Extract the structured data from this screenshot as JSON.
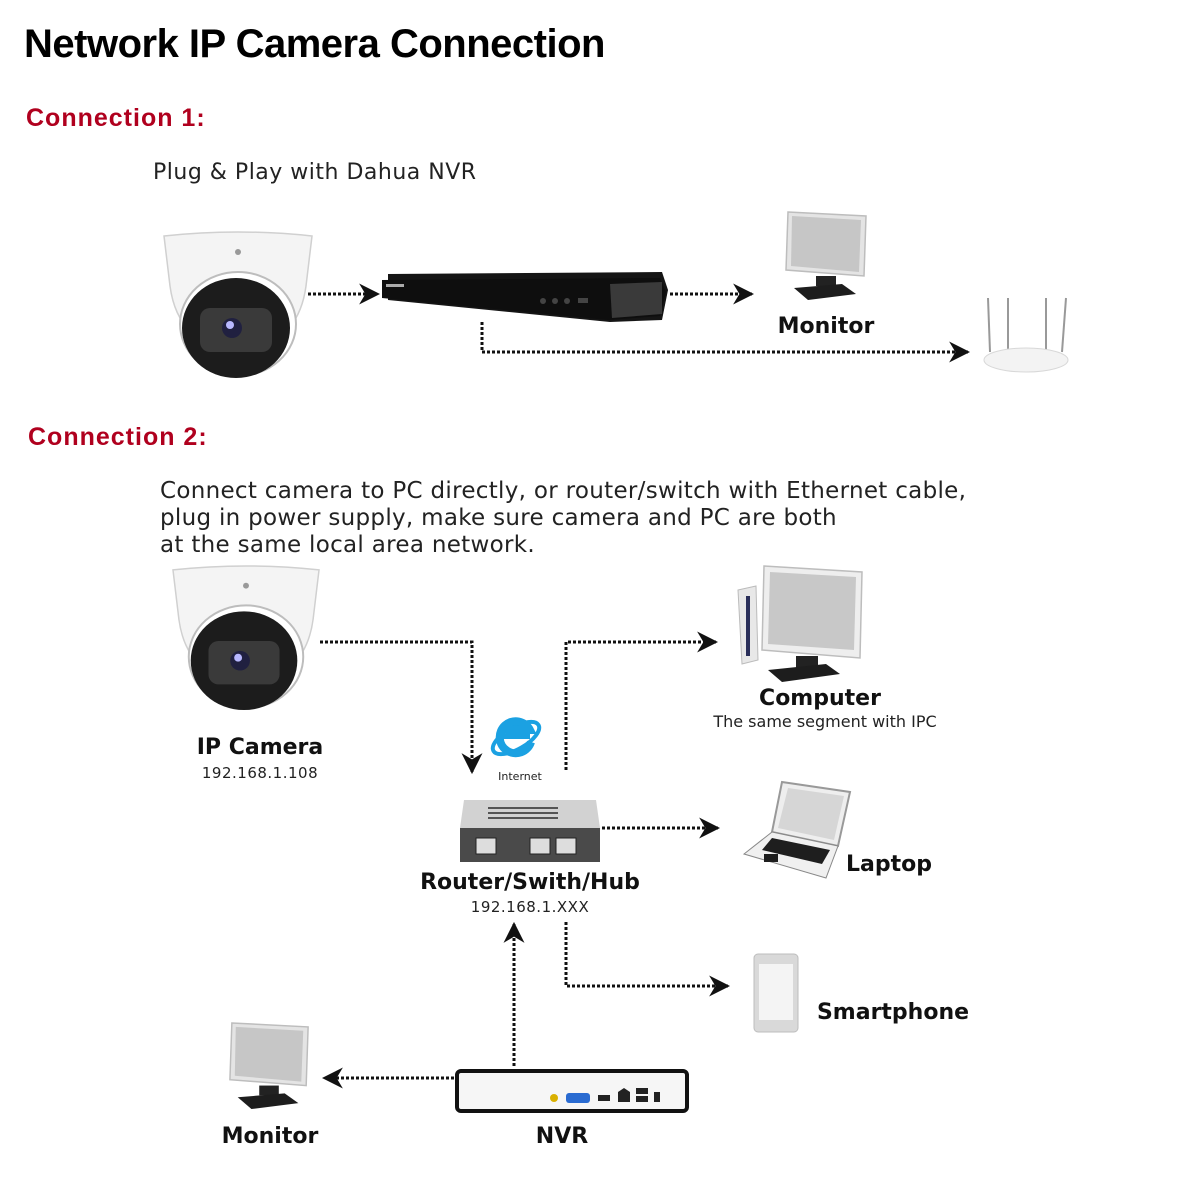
{
  "title": "Network IP Camera Connection",
  "colors": {
    "section_heading": "#b0001e",
    "connector": "#111111",
    "ie_blue": "#1ba1e2",
    "device_dark": "#1e1e1e",
    "device_light": "#f2f2f2",
    "screen_gray": "#c8c8c8"
  },
  "connection1": {
    "heading": "Connection 1:",
    "subtitle": "Plug & Play with Dahua NVR",
    "devices": {
      "camera": {
        "icon": "dome-camera-icon"
      },
      "nvr": {
        "icon": "nvr-recorder-icon"
      },
      "monitor": {
        "icon": "monitor-icon",
        "label": "Monitor"
      },
      "router": {
        "icon": "wifi-router-icon"
      }
    },
    "links": [
      {
        "from": "camera",
        "to": "nvr"
      },
      {
        "from": "nvr",
        "to": "monitor"
      },
      {
        "from": "nvr",
        "to": "router"
      }
    ]
  },
  "connection2": {
    "heading": "Connection 2:",
    "description": [
      "Connect camera to PC directly, or router/switch with Ethernet cable,",
      "plug in power supply, make sure camera and PC are both",
      "at the same local area network."
    ],
    "devices": {
      "camera": {
        "icon": "dome-camera-icon",
        "label": "IP Camera",
        "ip": "192.168.1.108"
      },
      "internet": {
        "icon": "internet-explorer-icon",
        "label": "Internet"
      },
      "router": {
        "icon": "switch-hub-icon",
        "label": "Router/Swith/Hub",
        "ip": "192.168.1.XXX"
      },
      "computer": {
        "icon": "desktop-computer-icon",
        "label": "Computer",
        "note": "The same segment with IPC"
      },
      "laptop": {
        "icon": "laptop-icon",
        "label": "Laptop"
      },
      "smartphone": {
        "icon": "smartphone-icon",
        "label": "Smartphone"
      },
      "nvr": {
        "icon": "nvr-recorder-icon",
        "label": "NVR"
      },
      "monitor": {
        "icon": "monitor-icon",
        "label": "Monitor"
      }
    },
    "links": [
      {
        "from": "camera",
        "to": "router"
      },
      {
        "from": "router",
        "to": "computer"
      },
      {
        "from": "router",
        "to": "laptop"
      },
      {
        "from": "router",
        "to": "smartphone"
      },
      {
        "from": "nvr",
        "to": "router"
      },
      {
        "from": "nvr",
        "to": "monitor"
      }
    ]
  }
}
